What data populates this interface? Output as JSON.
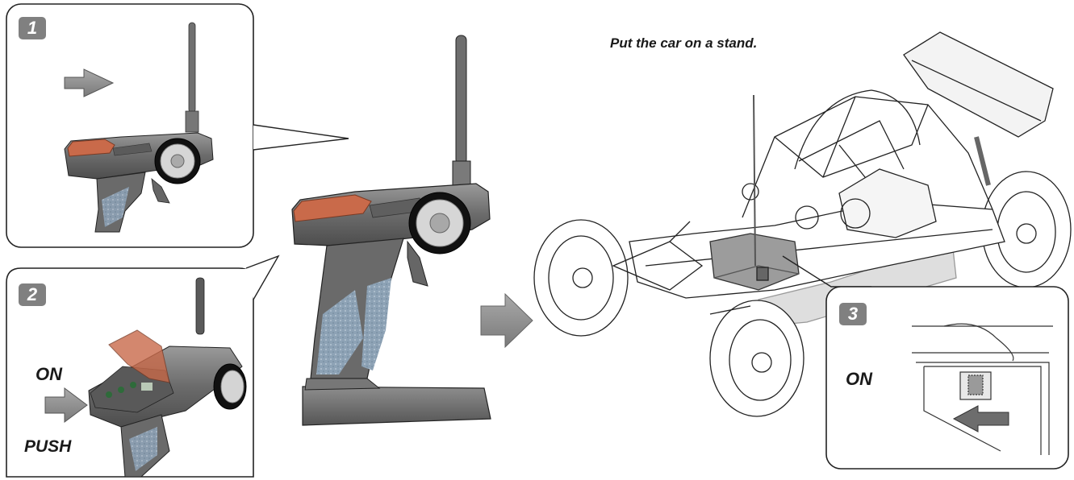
{
  "instructions": {
    "caption": "Put the car on a stand.",
    "panel1": {
      "step": "1"
    },
    "panel2": {
      "step": "2",
      "on_label": "ON",
      "push_label": "PUSH"
    },
    "panel3": {
      "step": "3",
      "on_label": "ON"
    }
  },
  "colors": {
    "badge": "#808080",
    "arrow": "#8c8c8c",
    "transmitter_body": "#6f6f6f",
    "grip_texture": "#8fa3b6",
    "battery_cover": "#c96a4a",
    "outline": "#1a1a1a"
  }
}
